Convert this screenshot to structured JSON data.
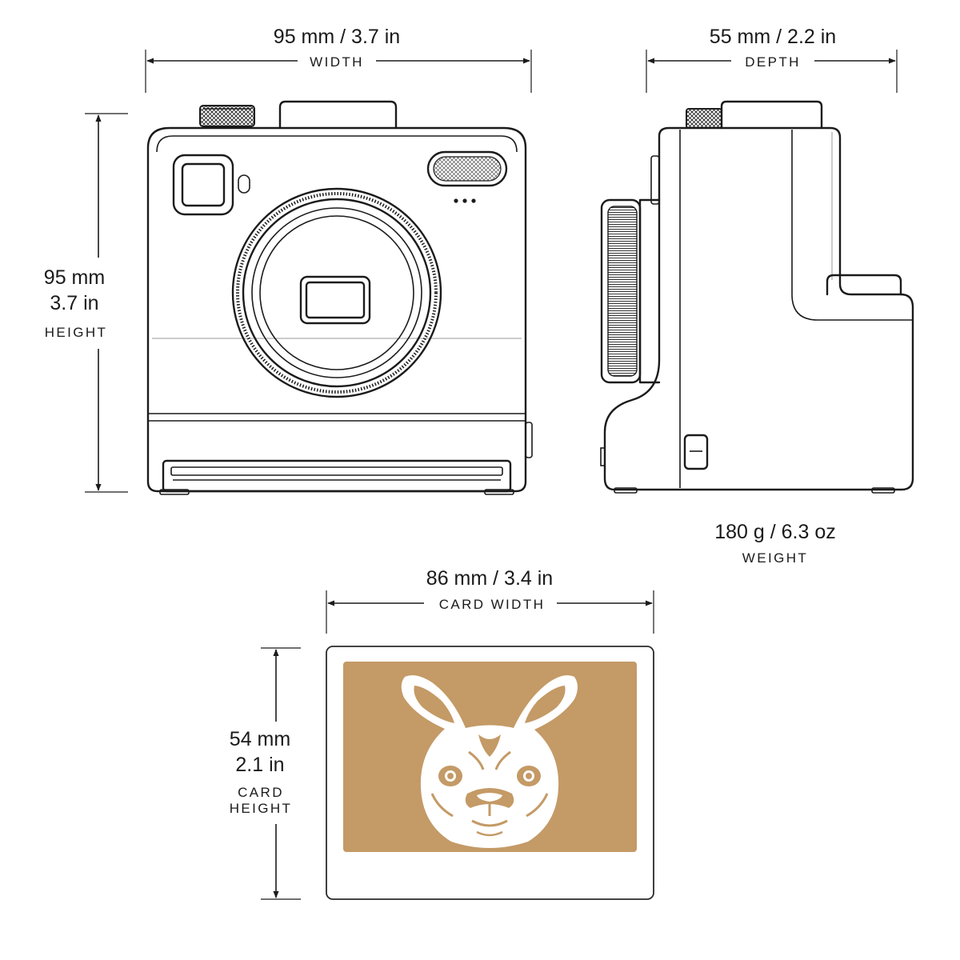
{
  "dimensions": {
    "width": {
      "value": "95 mm / 3.7 in",
      "label": "WIDTH"
    },
    "depth": {
      "value": "55 mm / 2.2 in",
      "label": "DEPTH"
    },
    "height": {
      "value_mm": "95 mm",
      "value_in": "3.7 in",
      "label": "HEIGHT"
    },
    "weight": {
      "value": "180 g / 6.3 oz",
      "label": "WEIGHT"
    },
    "card_width": {
      "value": "86 mm / 3.4 in",
      "label": "CARD WIDTH"
    },
    "card_height": {
      "value_mm": "54 mm",
      "value_in": "2.1 in",
      "label_line1": "CARD",
      "label_line2": "HEIGHT"
    }
  },
  "colors": {
    "line": "#1b1b1b",
    "photo_background": "#c49a66",
    "photo_art": "#ffffff"
  },
  "icons": {
    "camera_front": "instant-camera-front-view",
    "camera_side": "instant-camera-side-view",
    "photo_art": "french-bulldog-face"
  }
}
